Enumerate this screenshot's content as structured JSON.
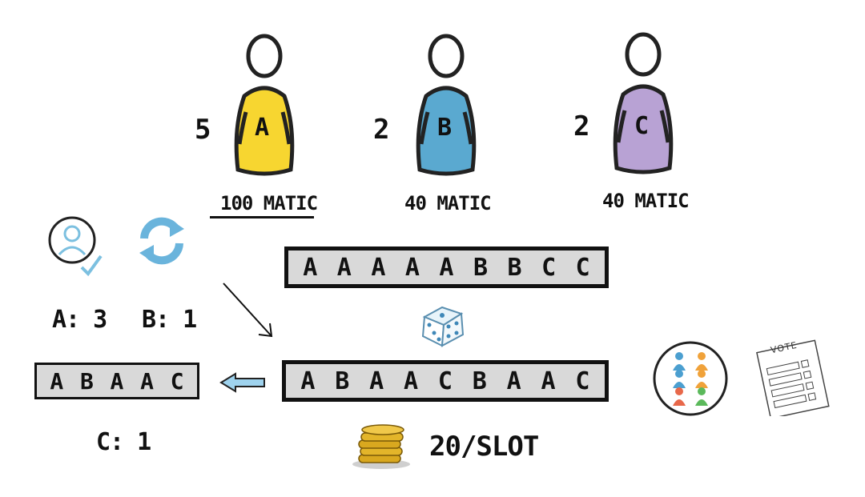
{
  "participants": [
    {
      "letter": "A",
      "count": "5",
      "amount": "100 MATIC",
      "color": "#f7d630"
    },
    {
      "letter": "B",
      "count": "2",
      "amount": "40 MATIC",
      "color": "#5aa9d0"
    },
    {
      "letter": "C",
      "count": "2",
      "amount": "40 MATIC",
      "color": "#b8a2d4"
    }
  ],
  "pool_slots": [
    "A",
    "A",
    "A",
    "A",
    "A",
    "B",
    "B",
    "C",
    "C"
  ],
  "shuffled_slots": [
    "A",
    "B",
    "A",
    "A",
    "C",
    "B",
    "A",
    "A",
    "C"
  ],
  "selected_slots": [
    "A",
    "B",
    "A",
    "A",
    "C"
  ],
  "counts": {
    "a": "A: 3",
    "b": "B: 1",
    "c": "C: 1"
  },
  "price": "20/SLOT",
  "vote_label": "VOTE",
  "icons": [
    "user-check-icon",
    "refresh-icon",
    "dice-icon",
    "coins-icon",
    "group-icon",
    "ballot-icon",
    "arrow-down-right-icon",
    "arrow-left-icon"
  ]
}
